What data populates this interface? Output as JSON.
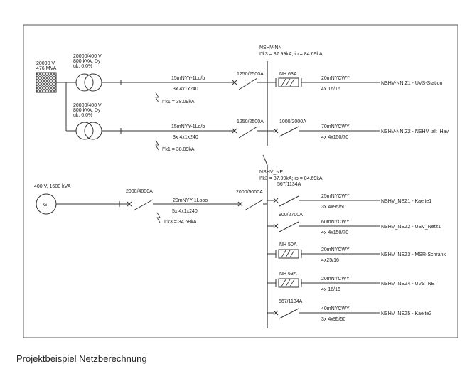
{
  "source": {
    "voltage": "20000 V",
    "power": "476 MVA"
  },
  "transformer1": {
    "ratio": "20000/400 V",
    "rating": "800 kVA, Dy",
    "uk": "uk: 6.0%"
  },
  "transformer2": {
    "ratio": "20000/400 V",
    "rating": "800 kVA, Dy",
    "uk": "uk: 6.0%"
  },
  "feeder1": {
    "cable": "15mNYY-1Lo/b",
    "conductors": "3x 4x1x240",
    "fault": "I\"k1 = 38.09kA",
    "breaker": "1250/2500A"
  },
  "feeder2": {
    "cable": "15mNYY-1Lo/b",
    "conductors": "3x 4x1x240",
    "fault": "I\"k1 = 38.09kA",
    "breaker": "1250/2500A"
  },
  "bus_nn": {
    "name": "NSHV-NN",
    "fault": "I\"k3 = 37.99kA; ip = 84.69kA"
  },
  "nn_out1": {
    "device": "NH 63A",
    "cable": "20mNYCWY",
    "conductors": "4x 16/16",
    "target": "NSHV-NN Z1 - UVS-Station"
  },
  "nn_out2": {
    "device": "1000/2000A",
    "cable": "70mNYCWY",
    "conductors": "4x 4x150/70",
    "target": "NSHV-NN Z2 - NSHV_alt_Hav"
  },
  "generator": {
    "label": "400 V, 1600 kVA",
    "symbol": "G",
    "breaker": "2000/4000A",
    "cable": "20mNYY-1Looo",
    "conductors": "5x 4x1x240",
    "fault": "I\"k3 = 34.68kA"
  },
  "coupler": {
    "breaker": "2000/5000A"
  },
  "bus_ne": {
    "name": "NSHV_NE",
    "fault": "I\"k3 = 37.99kA; ip = 84.69kA"
  },
  "ne_out1": {
    "device": "567/1134A",
    "cable": "25mNYCWY",
    "conductors": "3x 4x95/50",
    "target": "NSHV_NEZ1 - Kaelte1"
  },
  "ne_out2": {
    "device": "900/2700A",
    "cable": "60mNYCWY",
    "conductors": "4x 4x150/70",
    "target": "NSHV_NEZ2 - USV_Netz1"
  },
  "ne_out3": {
    "device": "NH 50A",
    "cable": "20mNYCWY",
    "conductors": "4x25/16",
    "target": "NSHV_NEZ3 - MSR-Schrank"
  },
  "ne_out4": {
    "device": "NH 63A",
    "cable": "20mNYCWY",
    "conductors": "4x 16/16",
    "target": "NSHV_NEZ4 - UVS_NE"
  },
  "ne_out5": {
    "device": "567/1134A",
    "cable": "40mNYCWY",
    "conductors": "3x 4x95/50",
    "target": "NSHV_NEZ5 - Kaelte2"
  },
  "caption": "Projektbeispiel Netzberechnung"
}
